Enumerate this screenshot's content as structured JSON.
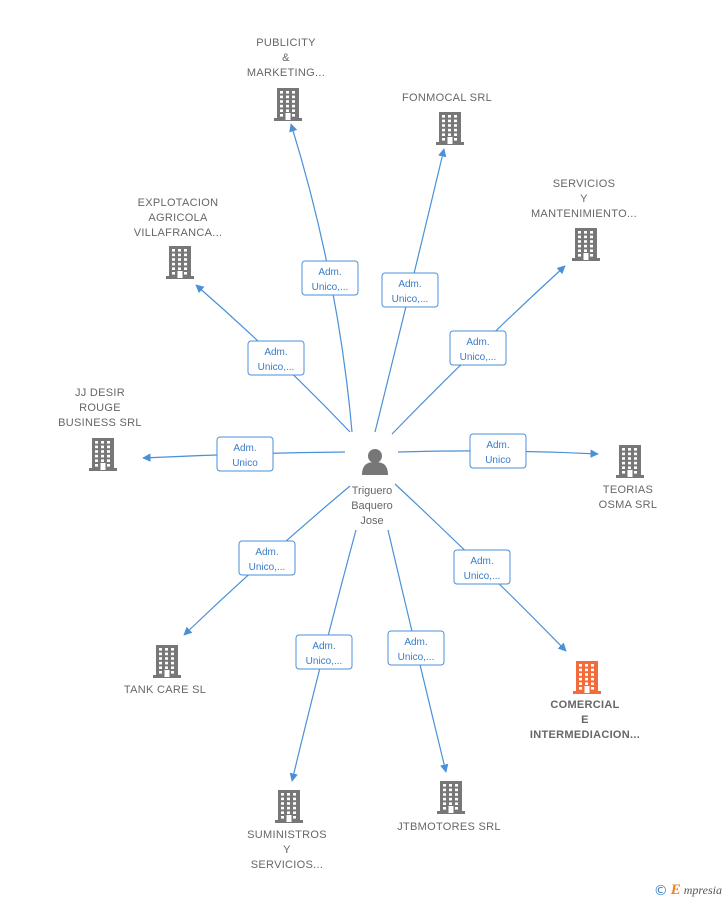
{
  "center": {
    "label_lines": [
      "Triguero",
      "Baquero",
      "Jose"
    ],
    "icon": "person-icon"
  },
  "colors": {
    "edge": "#4a90d9",
    "building": "#777777",
    "highlight": "#f26b3a"
  },
  "companies": [
    {
      "id": "publicity",
      "label_lines": [
        "PUBLICITY",
        "&",
        "MARKETING..."
      ],
      "role_lines": [
        "Adm.",
        "Unico,..."
      ],
      "highlight": false
    },
    {
      "id": "fonmocal",
      "label_lines": [
        "FONMOCAL SRL"
      ],
      "role_lines": [
        "Adm.",
        "Unico,..."
      ],
      "highlight": false
    },
    {
      "id": "servicios-mant",
      "label_lines": [
        "SERVICIOS",
        "Y",
        "MANTENIMIENTO..."
      ],
      "role_lines": [
        "Adm.",
        "Unico,..."
      ],
      "highlight": false
    },
    {
      "id": "explotacion",
      "label_lines": [
        "EXPLOTACION",
        "AGRICOLA",
        "VILLAFRANCA..."
      ],
      "role_lines": [
        "Adm.",
        "Unico,..."
      ],
      "highlight": false
    },
    {
      "id": "jj-desir",
      "label_lines": [
        "JJ DESIR",
        "ROUGE",
        "BUSINESS SRL"
      ],
      "role_lines": [
        "Adm.",
        "Unico"
      ],
      "highlight": false
    },
    {
      "id": "teorias",
      "label_lines": [
        "TEORIAS",
        "OSMA SRL"
      ],
      "role_lines": [
        "Adm.",
        "Unico"
      ],
      "highlight": false
    },
    {
      "id": "tank-care",
      "label_lines": [
        "TANK CARE  SL"
      ],
      "role_lines": [
        "Adm.",
        "Unico,..."
      ],
      "highlight": false
    },
    {
      "id": "comercial",
      "label_lines": [
        "COMERCIAL",
        "E",
        "INTERMEDIACION..."
      ],
      "role_lines": [
        "Adm.",
        "Unico,..."
      ],
      "highlight": true
    },
    {
      "id": "suministros",
      "label_lines": [
        "SUMINISTROS",
        "Y",
        "SERVICIOS..."
      ],
      "role_lines": [
        "Adm.",
        "Unico,..."
      ],
      "highlight": false
    },
    {
      "id": "jtbmotores",
      "label_lines": [
        "JTBMOTORES SRL"
      ],
      "role_lines": [
        "Adm.",
        "Unico,..."
      ],
      "highlight": false
    }
  ],
  "footer": {
    "copyright": "©",
    "brand_initial": "E",
    "brand_rest": "mpresia"
  }
}
